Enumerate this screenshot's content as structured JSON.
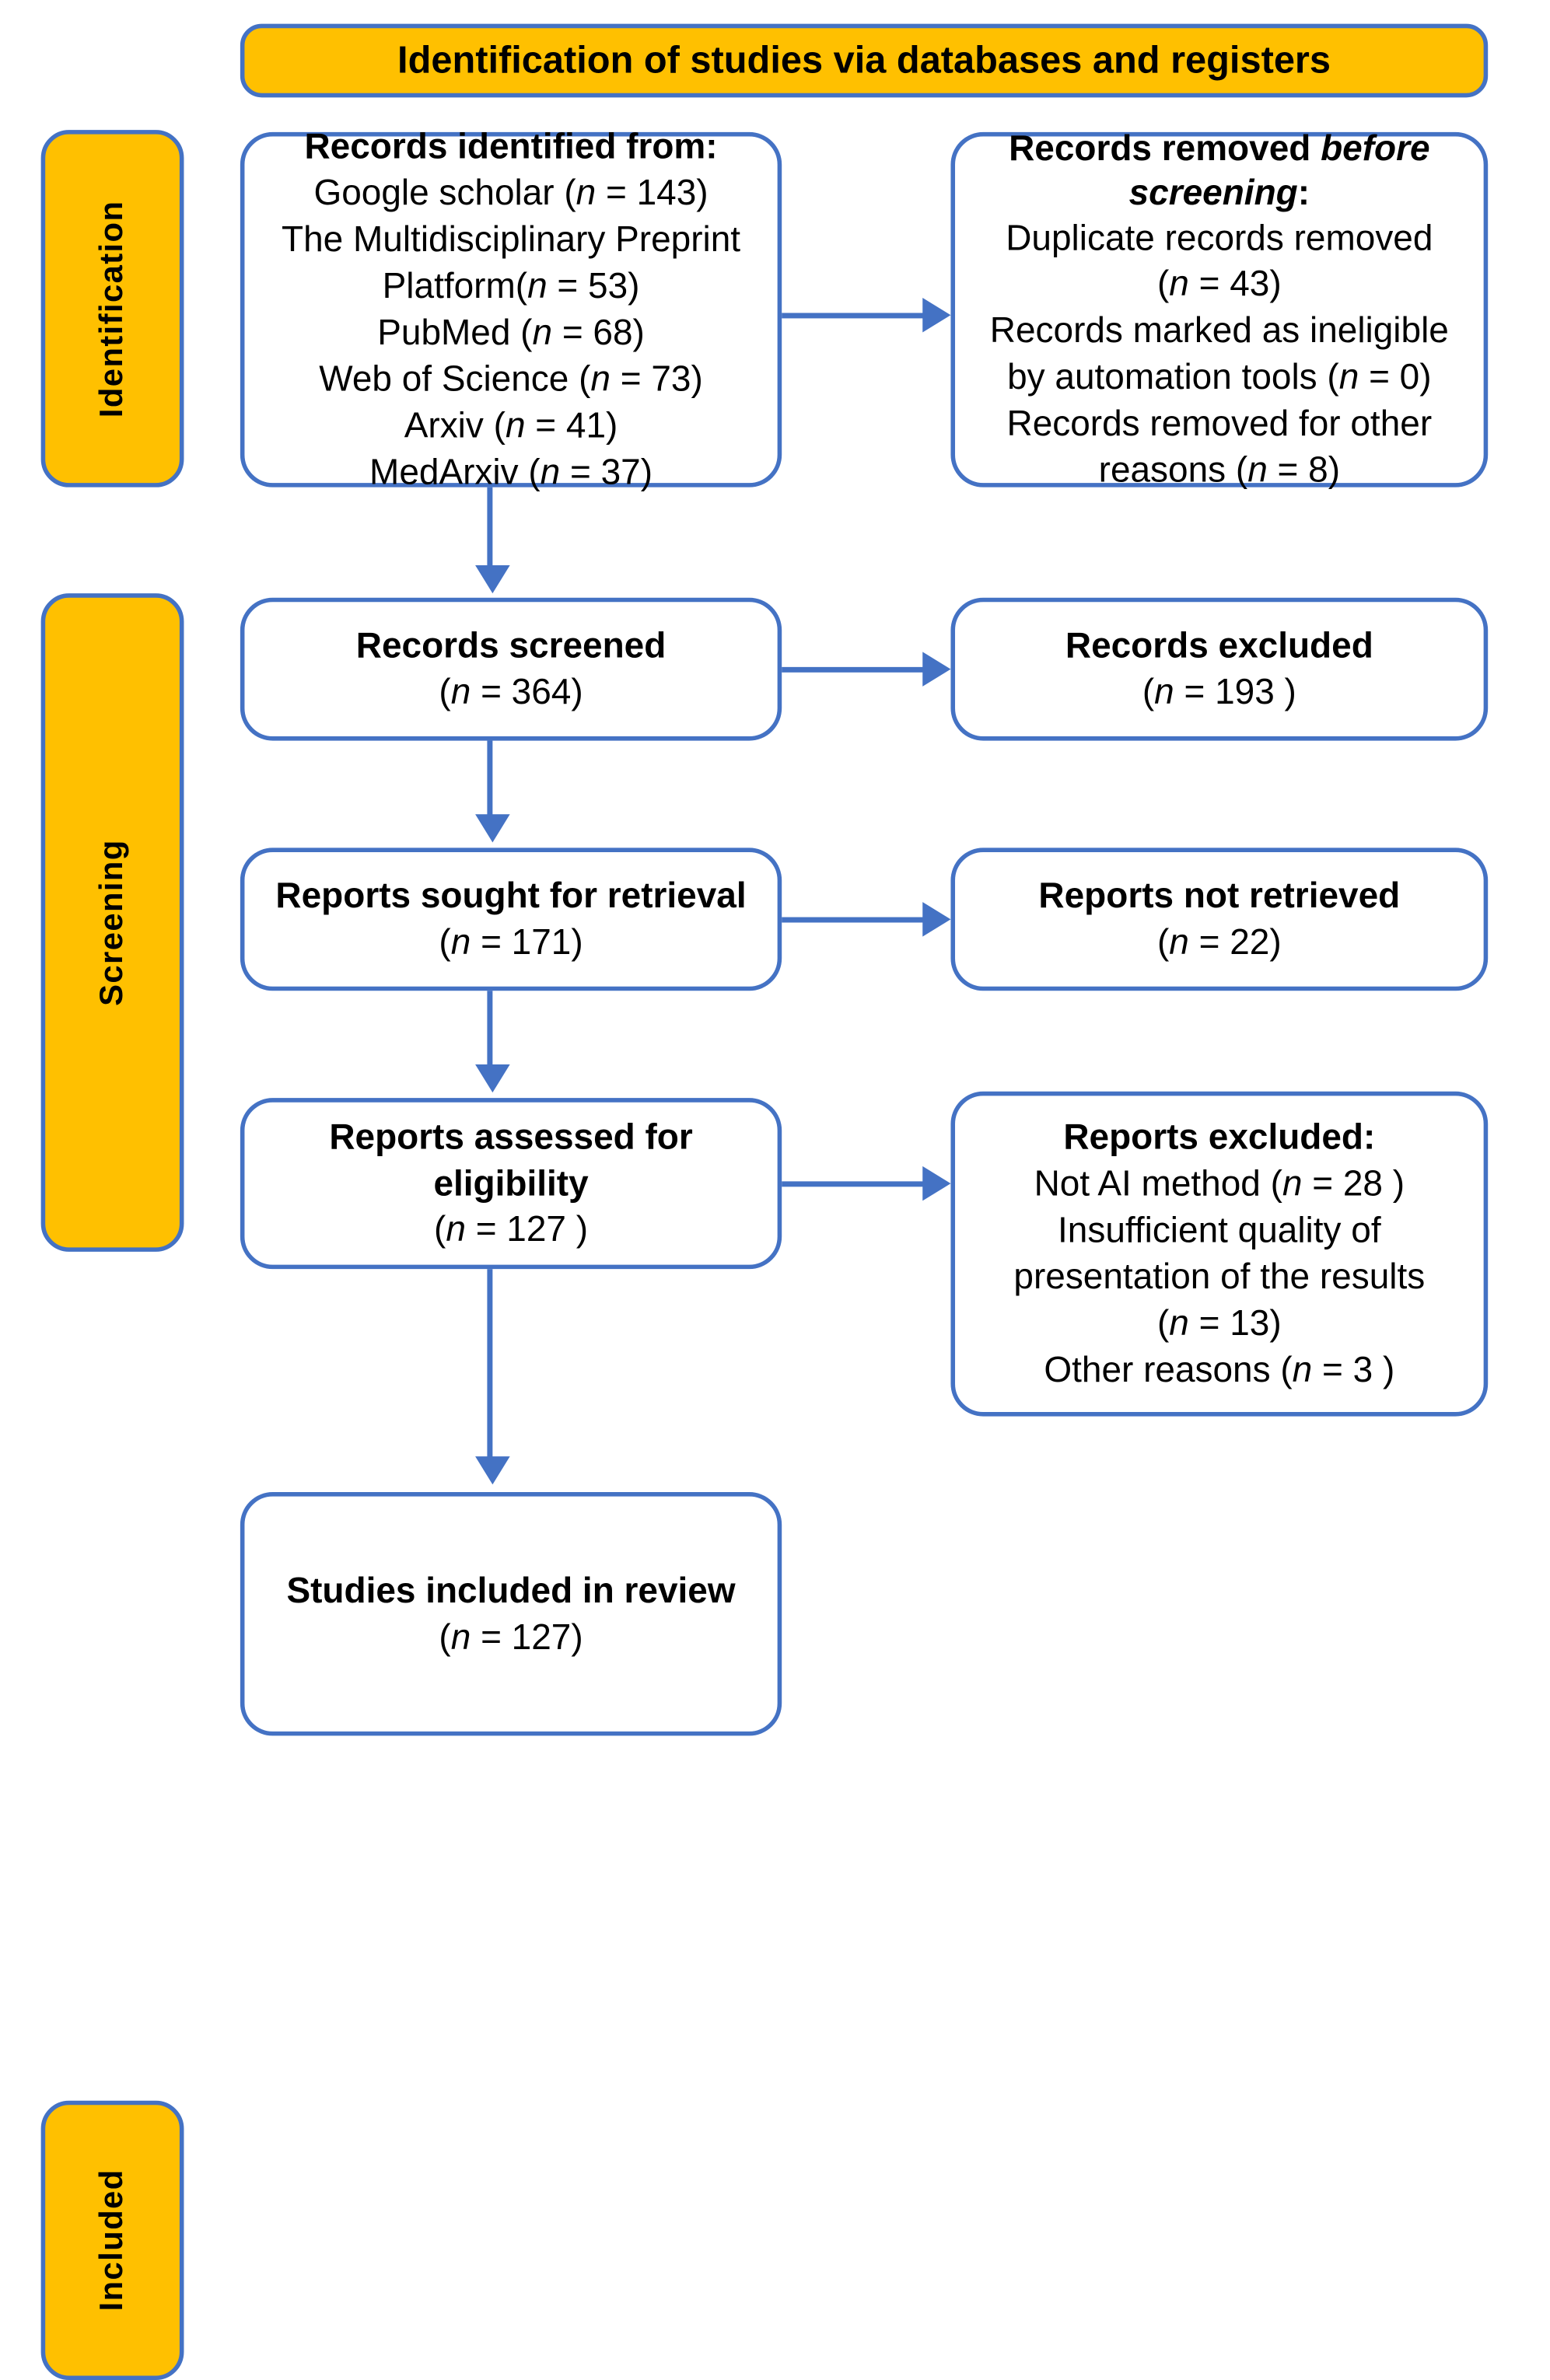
{
  "colors": {
    "phase_fill": "#FFC000",
    "border_blue": "#4472C4",
    "box_fill": "#FFFFFF",
    "text": "#000000"
  },
  "banner": {
    "title": "Identification of studies via databases and registers"
  },
  "phases": [
    {
      "label": "Identification"
    },
    {
      "label": "Screening"
    },
    {
      "label": "Included"
    }
  ],
  "boxes": {
    "identified": {
      "heading": "Records identified from:",
      "sources": [
        {
          "name": "Google scholar",
          "n": "143",
          "text": "Google scholar (n = 143)"
        },
        {
          "name": "The Multidisciplinary Preprint Platform",
          "n": "53",
          "text": "The Multidisciplinary Preprint"
        },
        {
          "name": "Platform cont",
          "n": "53",
          "text": "Platform(n = 53)"
        },
        {
          "name": "PubMed",
          "n": "68",
          "text": "PubMed (n = 68)"
        },
        {
          "name": "Web of Science",
          "n": "73",
          "text": "Web of Science (n = 73)"
        },
        {
          "name": "Arxiv",
          "n": "41",
          "text": "Arxiv (n = 41)"
        },
        {
          "name": "MedArxiv",
          "n": "37",
          "text": "MedArxiv (n = 37)"
        }
      ]
    },
    "removed_before_screening": {
      "heading_pre": "Records removed ",
      "heading_em": "before",
      "heading_em2": "screening",
      "heading_post": ":",
      "lines": [
        "Duplicate records removed",
        "(n = 43)",
        "Records marked as ineligible",
        "by automation tools (n = 0)",
        "Records removed for other",
        "reasons (n = 8)"
      ]
    },
    "records_screened": {
      "heading": "Records screened",
      "count": "(n = 364)"
    },
    "records_excluded": {
      "heading": "Records excluded",
      "count": "(n = 193 )"
    },
    "reports_sought": {
      "heading": "Reports sought for retrieval",
      "count": "(n = 171)"
    },
    "reports_not_retrieved": {
      "heading": "Reports not retrieved",
      "count": "(n = 22)"
    },
    "reports_assessed": {
      "heading_line1": "Reports assessed for",
      "heading_line2": "eligibility",
      "count": "(n = 127 )"
    },
    "reports_excluded": {
      "heading": "Reports excluded:",
      "reasons": [
        "Not AI method (n = 28 )",
        "Insufficient quality of",
        "presentation of the results",
        "(n = 13)",
        "Other reasons (n = 3 )"
      ]
    },
    "studies_included": {
      "heading": "Studies included in review",
      "count": "(n = 127)"
    }
  }
}
